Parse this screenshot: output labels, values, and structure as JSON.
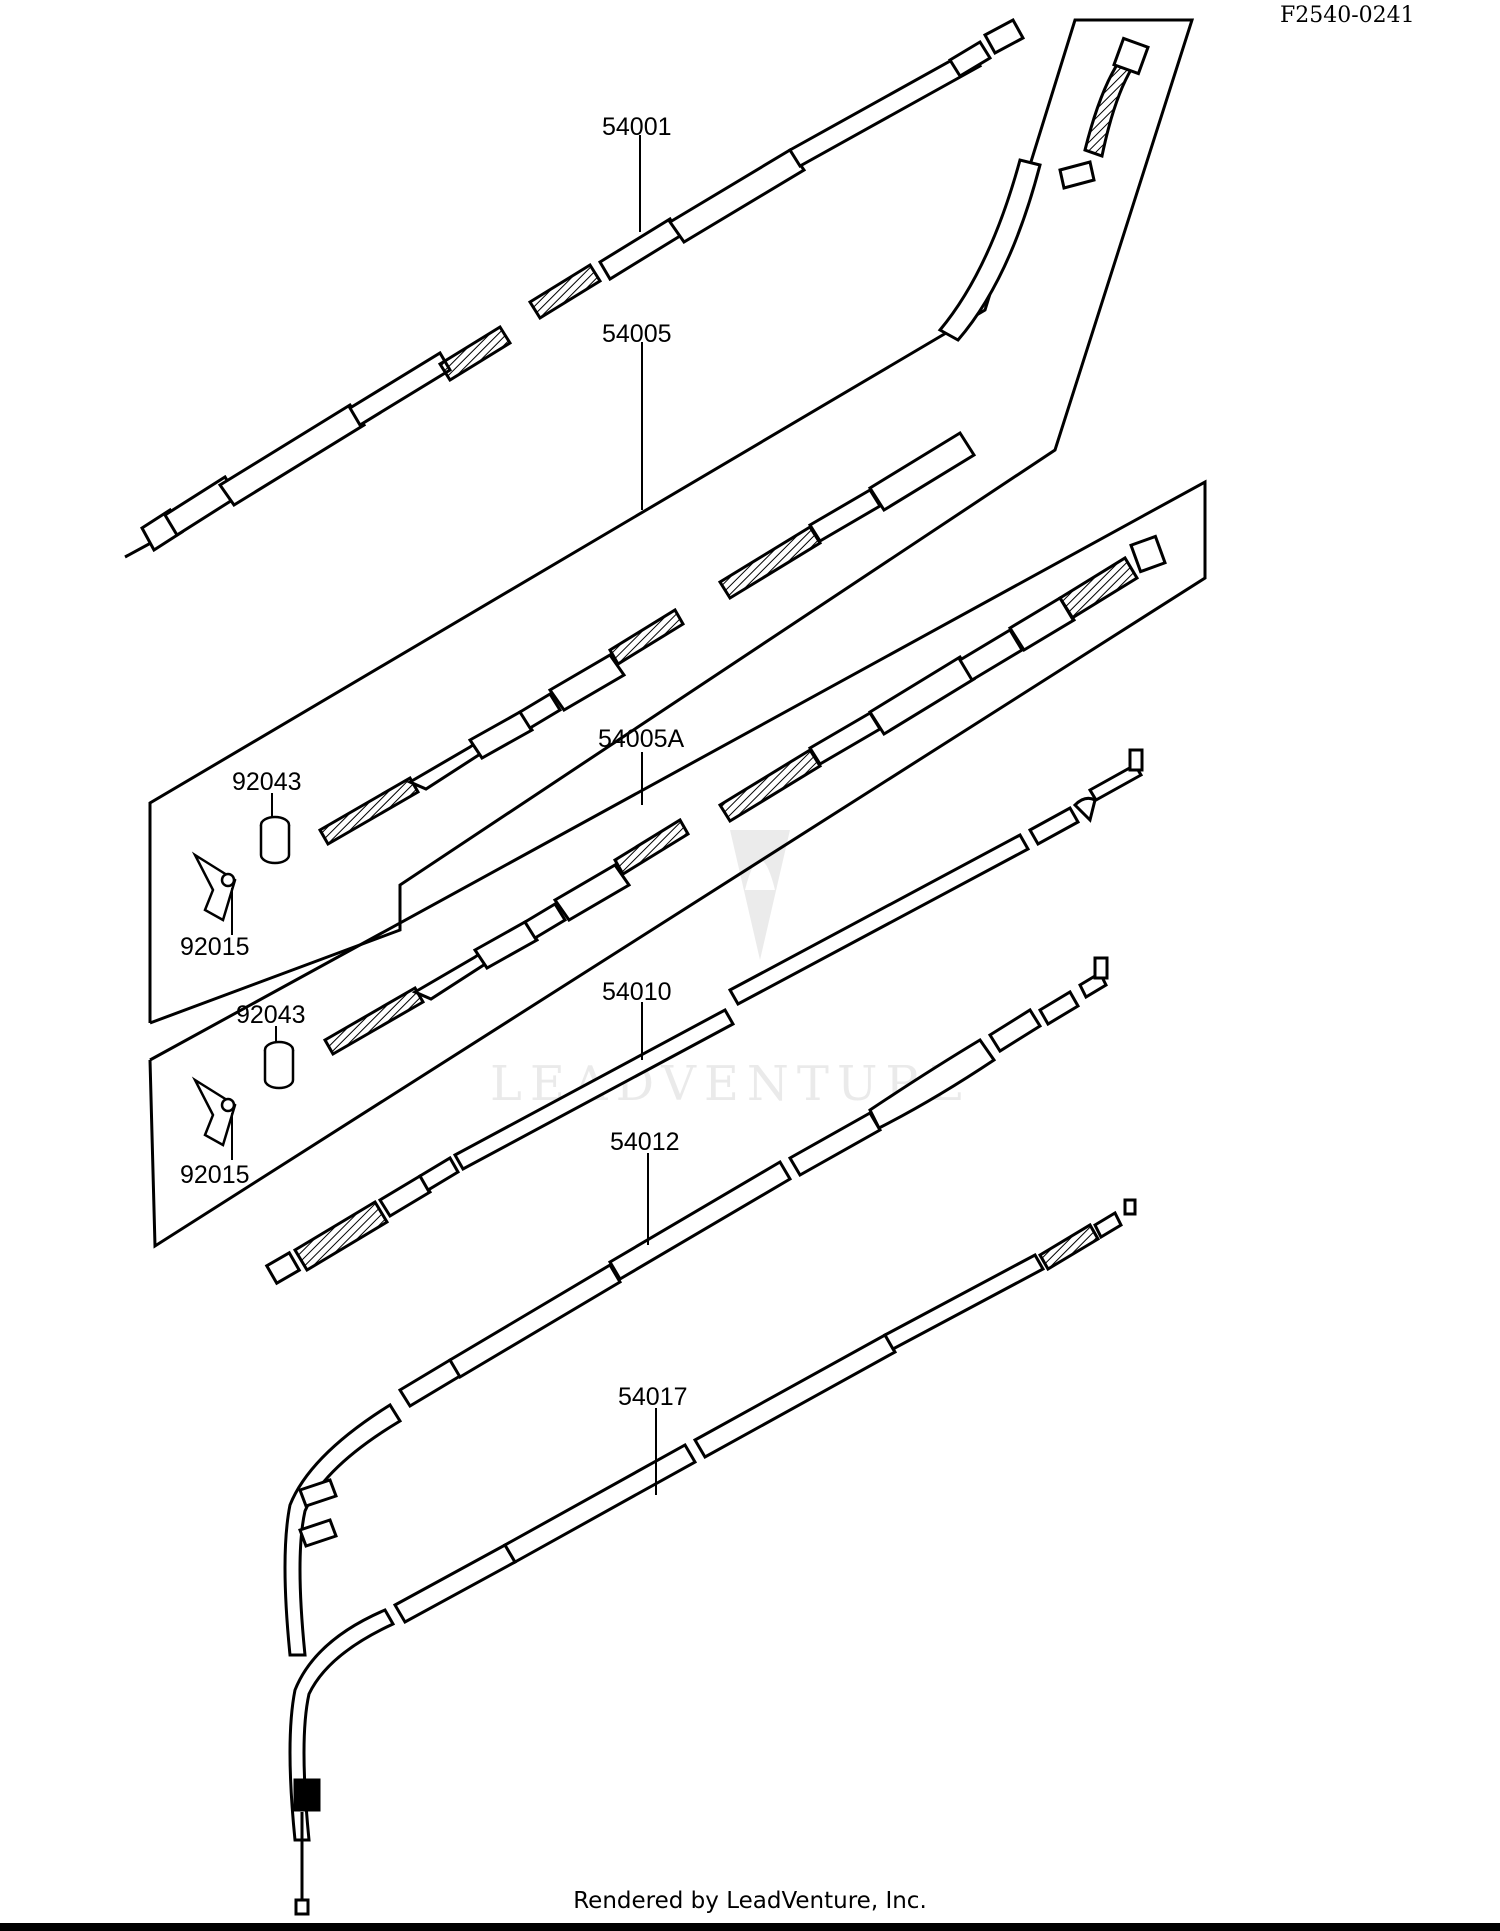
{
  "diagram_code": "F2540-0241",
  "footer_text": "Rendered by LeadVenture, Inc.",
  "watermark_text": "LEADVENTURE",
  "parts": [
    {
      "id": "speedometer-cable",
      "label": "54001"
    },
    {
      "id": "throttle-cable-upper",
      "label": "54005"
    },
    {
      "id": "throttle-cable-lower",
      "label": "54005A"
    },
    {
      "id": "clutch-cable",
      "label": "54010"
    },
    {
      "id": "choke-cable",
      "label": "54012"
    },
    {
      "id": "brake-cable",
      "label": "54017"
    },
    {
      "id": "nut-upper",
      "label": "92043"
    },
    {
      "id": "wing-nut-upper",
      "label": "92015"
    },
    {
      "id": "nut-lower",
      "label": "92043"
    },
    {
      "id": "wing-nut-lower",
      "label": "92015"
    }
  ]
}
